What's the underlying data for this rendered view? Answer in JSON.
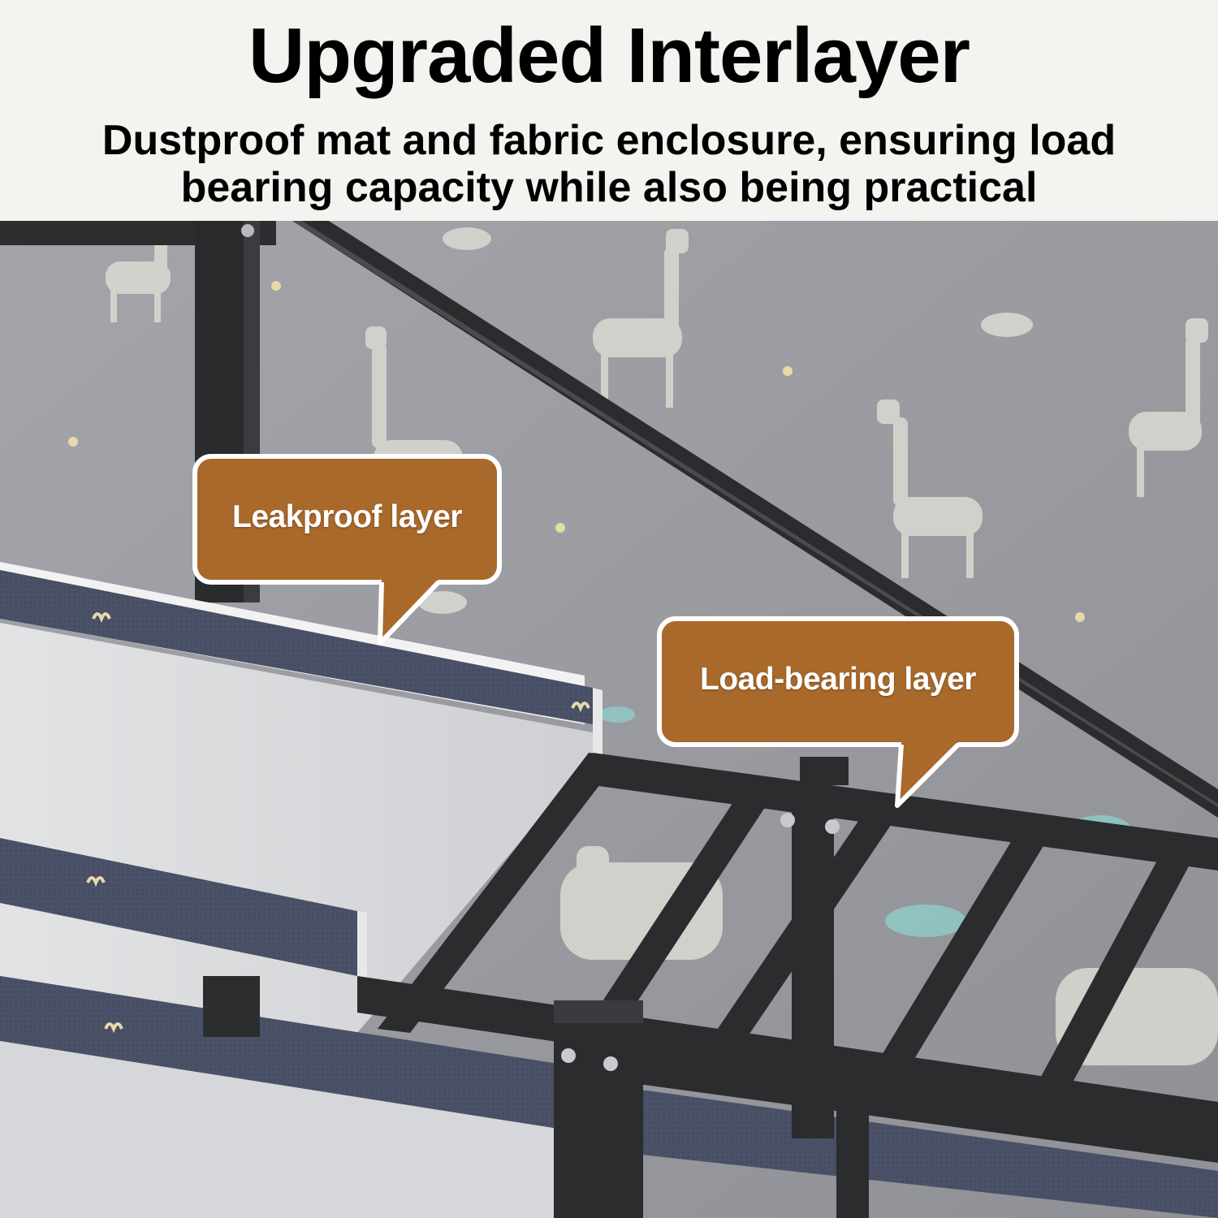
{
  "header": {
    "title": "Upgraded Interlayer",
    "subtitle": "Dustproof mat and fabric enclosure, ensuring load bearing capacity while also being practical"
  },
  "callouts": {
    "leakproof": "Leakproof layer",
    "load_bearing": "Load-bearing layer"
  },
  "colors": {
    "background": "#f4f3ef",
    "wall": "#9ea0a5",
    "frame": "#2c2d2f",
    "callout_fill": "#a8692a",
    "callout_border": "#ffffff",
    "fabric": "#4a5066",
    "shelf": "#dcdddf"
  }
}
